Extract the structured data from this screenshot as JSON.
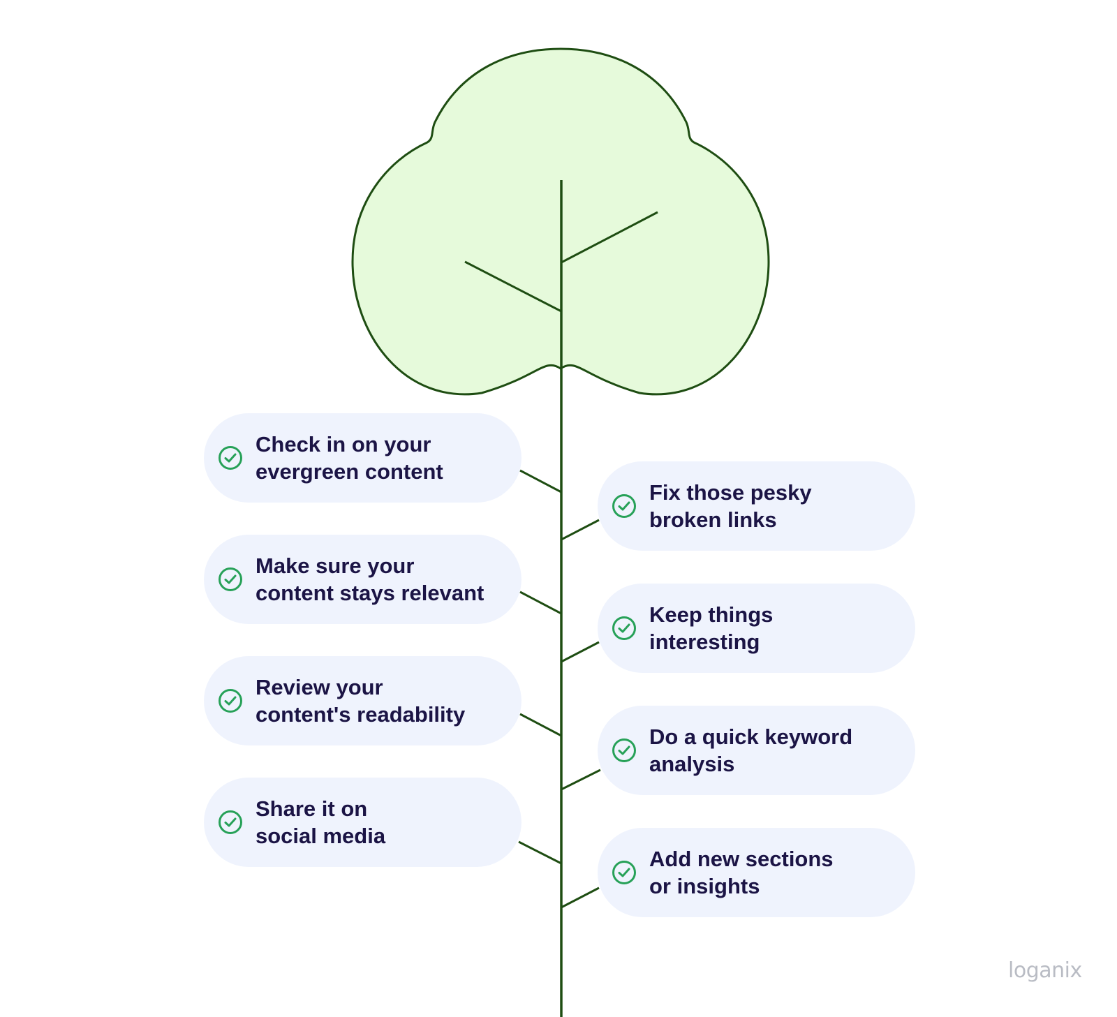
{
  "colors": {
    "tree_stroke": "#1e4d12",
    "crown_fill": "#e6fadb",
    "pill_background": "#eff3fd",
    "pill_text": "#1b1445",
    "check_color": "#27a158",
    "logo_color": "#b9bcc4"
  },
  "icons": {
    "check": "circle-check-icon"
  },
  "left_items": [
    {
      "line1": "Check in on your",
      "line2": "evergreen content"
    },
    {
      "line1": "Make sure your",
      "line2": "content stays relevant"
    },
    {
      "line1": "Review your",
      "line2": "content's readability"
    },
    {
      "line1": "Share it on",
      "line2": "social media"
    }
  ],
  "right_items": [
    {
      "line1": "Fix those pesky",
      "line2": "broken links"
    },
    {
      "line1": "Keep things",
      "line2": "interesting"
    },
    {
      "line1": "Do a quick keyword",
      "line2": "analysis"
    },
    {
      "line1": "Add new sections",
      "line2": "or insights"
    }
  ],
  "brand": {
    "logo_text": "loganix"
  }
}
